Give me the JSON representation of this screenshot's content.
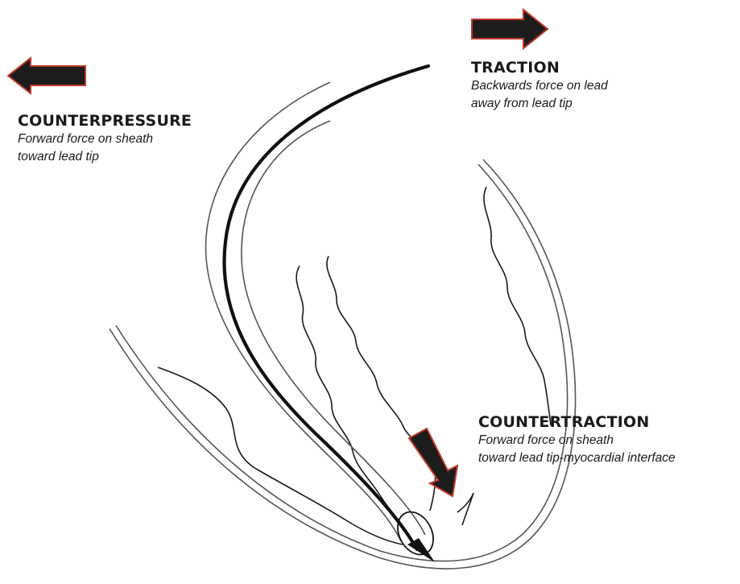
{
  "labels": {
    "traction": {
      "title": "TRACTION",
      "lines": [
        "Backwards force on lead",
        "away from lead tip"
      ]
    },
    "counterpressure": {
      "title": "COUNTERPRESSURE",
      "lines": [
        "Forward force on sheath",
        "toward lead tip"
      ]
    },
    "countertraction": {
      "title": "COUNTERTRACTION",
      "lines": [
        "Forward force on sheath",
        "toward lead tip-myocardial interface"
      ]
    }
  },
  "colors": {
    "arrow_fill": "#1c1c1c",
    "arrow_outline": "#c0392b",
    "line": "#1a1a1a",
    "wall": "#555555"
  },
  "icons": {
    "traction_arrow": "arrow-right-icon",
    "counterpressure_arrow": "arrow-left-icon",
    "countertraction_arrow": "arrow-down-right-icon"
  }
}
